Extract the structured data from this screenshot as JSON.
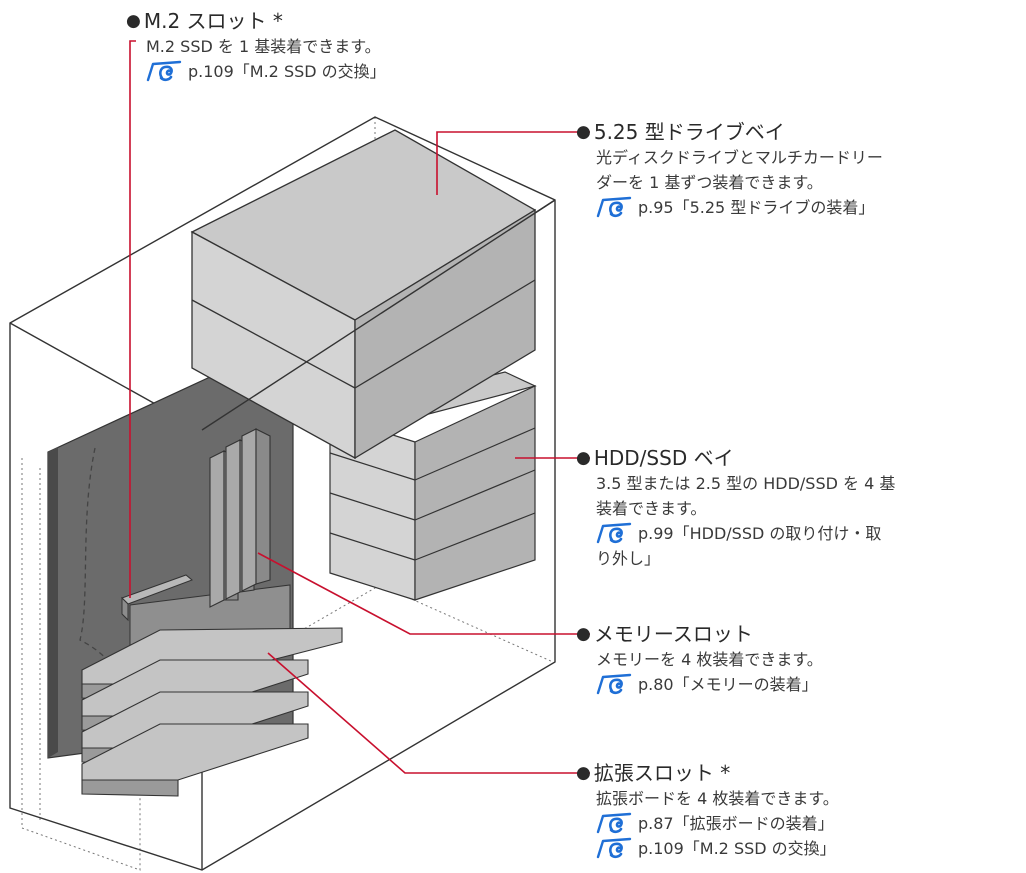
{
  "colors": {
    "leader": "#c8102e",
    "drive_face": "#d4d4d4",
    "drive_side": "#b3b3b3",
    "drive_top": "#c9c9c9",
    "board": "#6b6b6b",
    "card": "#a9a9a9",
    "icon": "#1f6fd6"
  },
  "callouts": {
    "m2": {
      "title": "M.2 スロット *",
      "desc": "M.2 SSD を 1 基装着できます。",
      "refs": [
        "p.109「M.2 SSD の交換」"
      ]
    },
    "bay525": {
      "title": "5.25 型ドライブベイ",
      "desc_lines": [
        "光ディスクドライブとマルチカードリー",
        "ダーを 1 基ずつ装着できます。"
      ],
      "refs": [
        "p.95「5.25 型ドライブの装着」"
      ]
    },
    "hdd": {
      "title": "HDD/SSD ベイ",
      "desc_lines": [
        "3.5 型または 2.5 型の HDD/SSD を 4 基",
        "装着できます。"
      ],
      "ref_lines": [
        "p.99「HDD/SSD の取り付け・取",
        "り外し」"
      ]
    },
    "memory": {
      "title": "メモリースロット",
      "desc": "メモリーを 4 枚装着できます。",
      "refs": [
        "p.80「メモリーの装着」"
      ]
    },
    "expansion": {
      "title": "拡張スロット *",
      "desc": "拡張ボードを 4 枚装着できます。",
      "refs": [
        "p.87「拡張ボードの装着」",
        "p.109「M.2 SSD の交換」"
      ]
    }
  }
}
